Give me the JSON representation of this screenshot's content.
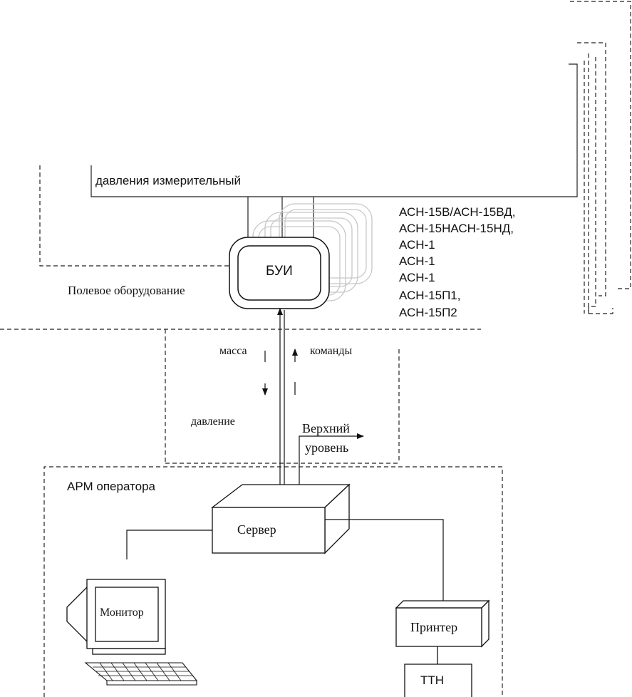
{
  "diagram": {
    "sensor_label": "давления измерительный",
    "models": [
      "АСН-15В/АСН-15ВД,",
      "АСН-15НАСН-15НД,",
      "АСН-1",
      "АСН-1",
      "АСН-1",
      "АСН-15П1,",
      "АСН-15П2"
    ],
    "buy_label": "БУИ",
    "field_equipment_label": "Полевое оборудование",
    "signal_mass": "масса",
    "signal_commands": "команды",
    "signal_pressure": "давление",
    "upper_level_line1": "Верхний",
    "upper_level_line2": "уровень",
    "operator_workstation_label": "АРМ оператора",
    "server_label": "Сервер",
    "monitor_label": "Монитор",
    "printer_label": "Принтер",
    "ttn_label": "ТТН"
  }
}
